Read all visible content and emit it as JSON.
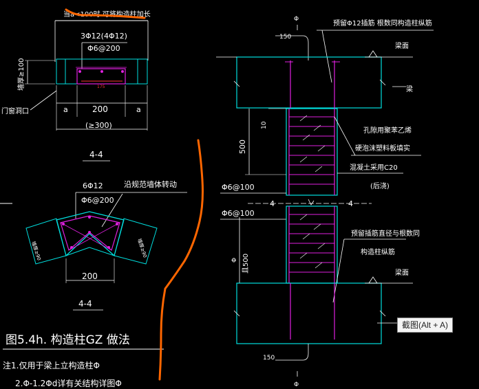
{
  "colors": {
    "background": "#000000",
    "wall_outline": "#00e0e0",
    "rebar": "#e020e0",
    "dimension": "#ffffff",
    "annotation_stroke": "#ff6600"
  },
  "section_a": {
    "note_top": "当a<100时 可将构造柱加长",
    "rebar_main": "3Φ12(4Φ12)",
    "stirrup": "Φ6@200",
    "inner_small": "175",
    "left_vertical": "墙厚≥100",
    "door_label": "门窗洞口",
    "dim_a_left": "a",
    "dim_200": "200",
    "dim_a_right": "a",
    "dim_total": "(≥300)",
    "section_label": "4-4"
  },
  "section_b": {
    "rebar_main": "6Φ12",
    "stirrup": "Φ6@200",
    "note_arrow": "沿规范墙体转动",
    "dim_200": "200",
    "dim_left": "墙厚≥90",
    "dim_right": "墙厚≥90",
    "section_label": "4-4"
  },
  "figure_title": "图5.4h. 构造柱GZ 做法",
  "notes": [
    "注1.仅用于梁上立构造柱Φ",
    "2.Φ-1.2Φd详有关结构详图Φ"
  ],
  "elevation": {
    "top_phi": "Φ",
    "top_note": "预留Φ12插筋 根数同构造柱纵筋",
    "dim_150_top": "150",
    "beam_face_top": "梁面",
    "beam_label": "梁",
    "dim_10": "10",
    "dim_500_top": "500",
    "gap_note_1": "孔隙用聚苯乙烯",
    "gap_note_2": "硬泡沫塑料板填实",
    "concrete_note": "混凝土采用C20",
    "later_pour": "(后浇)",
    "stirrup_top": "Φ6@100",
    "stirrup_bottom": "Φ6@100",
    "cut_label_left": "4",
    "cut_label_right": "4",
    "dim_500_bottom": "且500",
    "dim_bottom_phi": "Φ",
    "bottom_note_1": "预留插筋直径与根数同",
    "bottom_note_2": "构造柱纵筋",
    "beam_face_bottom": "梁面",
    "dim_150_bottom": "150",
    "bottom_phi": "Φ"
  },
  "tooltip": {
    "text": "截图(Alt + A)"
  }
}
